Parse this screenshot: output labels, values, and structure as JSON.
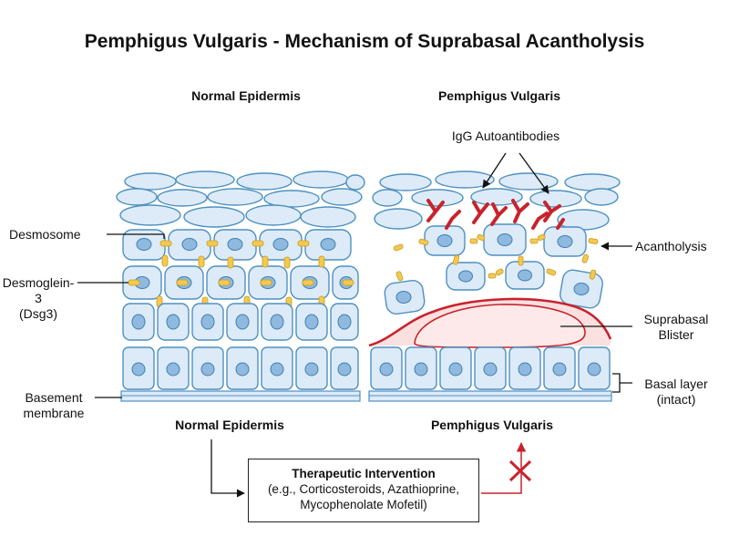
{
  "title": "Pemphigus Vulgaris - Mechanism of Suprabasal Acantholysis",
  "panels": {
    "left_heading": "Normal Epidermis",
    "right_heading": "Pemphigus Vulgaris",
    "left_caption": "Normal Epidermis",
    "right_caption": "Pemphigus Vulgaris"
  },
  "labels": {
    "igg": "IgG Autoantibodies",
    "desmosome": "Desmosome",
    "desmoglein_line1": "Desmoglein-3",
    "desmoglein_line2": "(Dsg3)",
    "basement_line1": "Basement",
    "basement_line2": "membrane",
    "acantholysis": "Acantholysis",
    "blister_line1": "Suprabasal",
    "blister_line2": "Blister",
    "basal_line1": "Basal layer",
    "basal_line2": "(intact)"
  },
  "intervention": {
    "title": "Therapeutic Intervention",
    "line1": "(e.g., Corticosteroids, Azathioprine,",
    "line2": "Mycophenolate Mofetil)"
  },
  "colors": {
    "cell_fill": "#dcebf7",
    "cell_stroke": "#4f90c0",
    "nucleus": "#8fb9df",
    "desmosome": "#f3c950",
    "antibody": "#c8232c",
    "blister_fill": "#fbe0e0",
    "blister_stroke": "#c8232c",
    "membrane": "#4f90c0"
  }
}
